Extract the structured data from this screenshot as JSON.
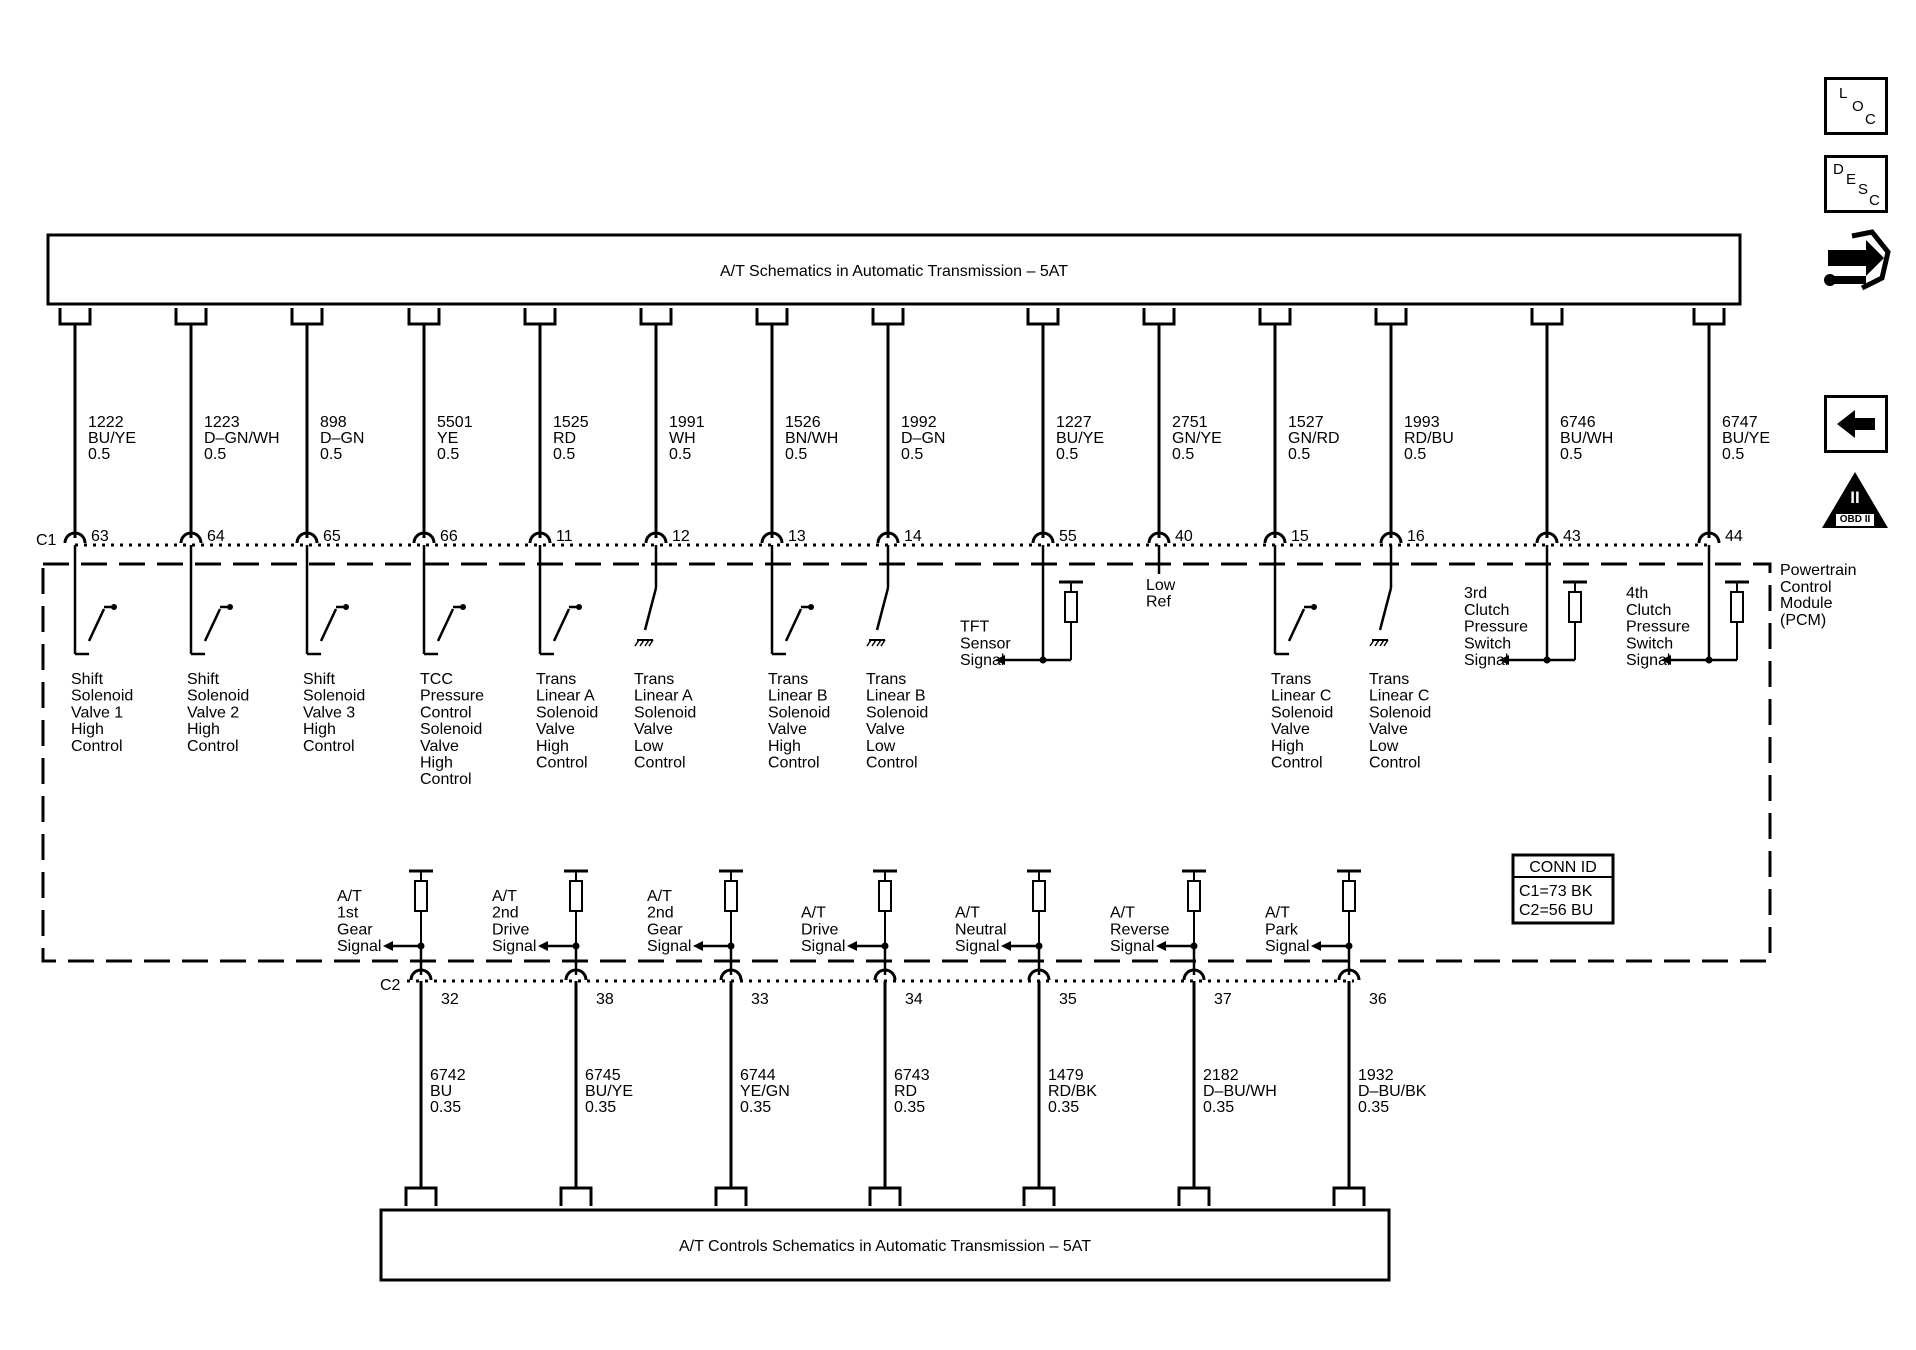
{
  "top_box": {
    "label": "A/T Schematics in Automatic Transmission – 5AT"
  },
  "bottom_box": {
    "label": "A/T Controls Schematics in Automatic Transmission – 5AT"
  },
  "module": {
    "lines": [
      "Powertrain",
      "Control",
      "Module",
      "(PCM)"
    ]
  },
  "connectors": {
    "c1": "C1",
    "c2": "C2"
  },
  "conn_id": {
    "title": "CONN ID",
    "c1": "C1=73 BK",
    "c2": "C2=56 BU"
  },
  "icons": {
    "loc": [
      "L",
      "O",
      "C"
    ],
    "desc": [
      "D",
      "E",
      "S",
      "C"
    ],
    "obd": {
      "numeral": "II",
      "label": "OBD II"
    }
  },
  "c1_circuits": [
    {
      "circuit": "1222",
      "color": "BU/YE",
      "gauge": "0.5",
      "pin": "63",
      "kind": "switch",
      "label": [
        "Shift",
        "Solenoid",
        "Valve 1",
        "High",
        "Control"
      ]
    },
    {
      "circuit": "1223",
      "color": "D–GN/WH",
      "gauge": "0.5",
      "pin": "64",
      "kind": "switch",
      "label": [
        "Shift",
        "Solenoid",
        "Valve 2",
        "High",
        "Control"
      ]
    },
    {
      "circuit": "898",
      "color": "D–GN",
      "gauge": "0.5",
      "pin": "65",
      "kind": "switch",
      "label": [
        "Shift",
        "Solenoid",
        "Valve 3",
        "High",
        "Control"
      ]
    },
    {
      "circuit": "5501",
      "color": "YE",
      "gauge": "0.5",
      "pin": "66",
      "kind": "switch",
      "label": [
        "TCC",
        "Pressure",
        "Control",
        "Solenoid",
        "Valve",
        "High",
        "Control"
      ]
    },
    {
      "circuit": "1525",
      "color": "RD",
      "gauge": "0.5",
      "pin": "11",
      "kind": "switch",
      "label": [
        "Trans",
        "Linear A",
        "Solenoid",
        "Valve",
        "High",
        "Control"
      ]
    },
    {
      "circuit": "1991",
      "color": "WH",
      "gauge": "0.5",
      "pin": "12",
      "kind": "ground",
      "label": [
        "Trans",
        "Linear A",
        "Solenoid",
        "Valve",
        "Low",
        "Control"
      ]
    },
    {
      "circuit": "1526",
      "color": "BN/WH",
      "gauge": "0.5",
      "pin": "13",
      "kind": "switch",
      "label": [
        "Trans",
        "Linear B",
        "Solenoid",
        "Valve",
        "High",
        "Control"
      ]
    },
    {
      "circuit": "1992",
      "color": "D–GN",
      "gauge": "0.5",
      "pin": "14",
      "kind": "ground",
      "label": [
        "Trans",
        "Linear B",
        "Solenoid",
        "Valve",
        "Low",
        "Control"
      ]
    },
    {
      "circuit": "1227",
      "color": "BU/YE",
      "gauge": "0.5",
      "pin": "55",
      "kind": "signal",
      "label": [
        "TFT",
        "Sensor",
        "Signal"
      ]
    },
    {
      "circuit": "2751",
      "color": "GN/YE",
      "gauge": "0.5",
      "pin": "40",
      "kind": "ref",
      "label": [
        "Low",
        "Ref"
      ]
    },
    {
      "circuit": "1527",
      "color": "GN/RD",
      "gauge": "0.5",
      "pin": "15",
      "kind": "switch",
      "label": [
        "Trans",
        "Linear C",
        "Solenoid",
        "Valve",
        "High",
        "Control"
      ]
    },
    {
      "circuit": "1993",
      "color": "RD/BU",
      "gauge": "0.5",
      "pin": "16",
      "kind": "ground",
      "label": [
        "Trans",
        "Linear C",
        "Solenoid",
        "Valve",
        "Low",
        "Control"
      ]
    },
    {
      "circuit": "6746",
      "color": "BU/WH",
      "gauge": "0.5",
      "pin": "43",
      "kind": "signal",
      "label": [
        "3rd",
        "Clutch",
        "Pressure",
        "Switch",
        "Signal"
      ]
    },
    {
      "circuit": "6747",
      "color": "BU/YE",
      "gauge": "0.5",
      "pin": "44",
      "kind": "signal",
      "label": [
        "4th",
        "Clutch",
        "Pressure",
        "Switch",
        "Signal"
      ]
    }
  ],
  "c2_circuits": [
    {
      "circuit": "6742",
      "color": "BU",
      "gauge": "0.35",
      "pin": "32",
      "label": [
        "A/T",
        "1st",
        "Gear",
        "Signal"
      ]
    },
    {
      "circuit": "6745",
      "color": "BU/YE",
      "gauge": "0.35",
      "pin": "38",
      "label": [
        "A/T",
        "2nd",
        "Drive",
        "Signal"
      ]
    },
    {
      "circuit": "6744",
      "color": "YE/GN",
      "gauge": "0.35",
      "pin": "33",
      "label": [
        "A/T",
        "2nd",
        "Gear",
        "Signal"
      ]
    },
    {
      "circuit": "6743",
      "color": "RD",
      "gauge": "0.35",
      "pin": "34",
      "label": [
        "A/T",
        "Drive",
        "Signal"
      ]
    },
    {
      "circuit": "1479",
      "color": "RD/BK",
      "gauge": "0.35",
      "pin": "35",
      "label": [
        "A/T",
        "Neutral",
        "Signal"
      ]
    },
    {
      "circuit": "2182",
      "color": "D–BU/WH",
      "gauge": "0.35",
      "pin": "37",
      "label": [
        "A/T",
        "Reverse",
        "Signal"
      ]
    },
    {
      "circuit": "1932",
      "color": "D–BU/BK",
      "gauge": "0.35",
      "pin": "36",
      "label": [
        "A/T",
        "Park",
        "Signal"
      ]
    }
  ]
}
